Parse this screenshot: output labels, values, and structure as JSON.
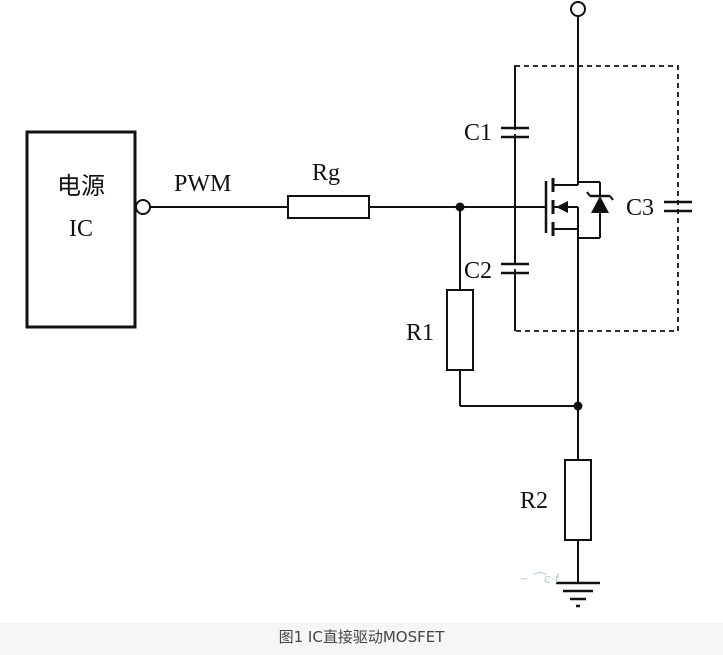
{
  "diagram": {
    "ic_block": {
      "line1": "电源",
      "line2": "IC"
    },
    "labels": {
      "pwm": "PWM",
      "rg": "Rg",
      "r1": "R1",
      "r2": "R2",
      "c1": "C1",
      "c2": "C2",
      "c3": "C3"
    },
    "watermark": "~ ⌒c·f"
  },
  "caption": "图1 IC直接驱动MOSFET"
}
